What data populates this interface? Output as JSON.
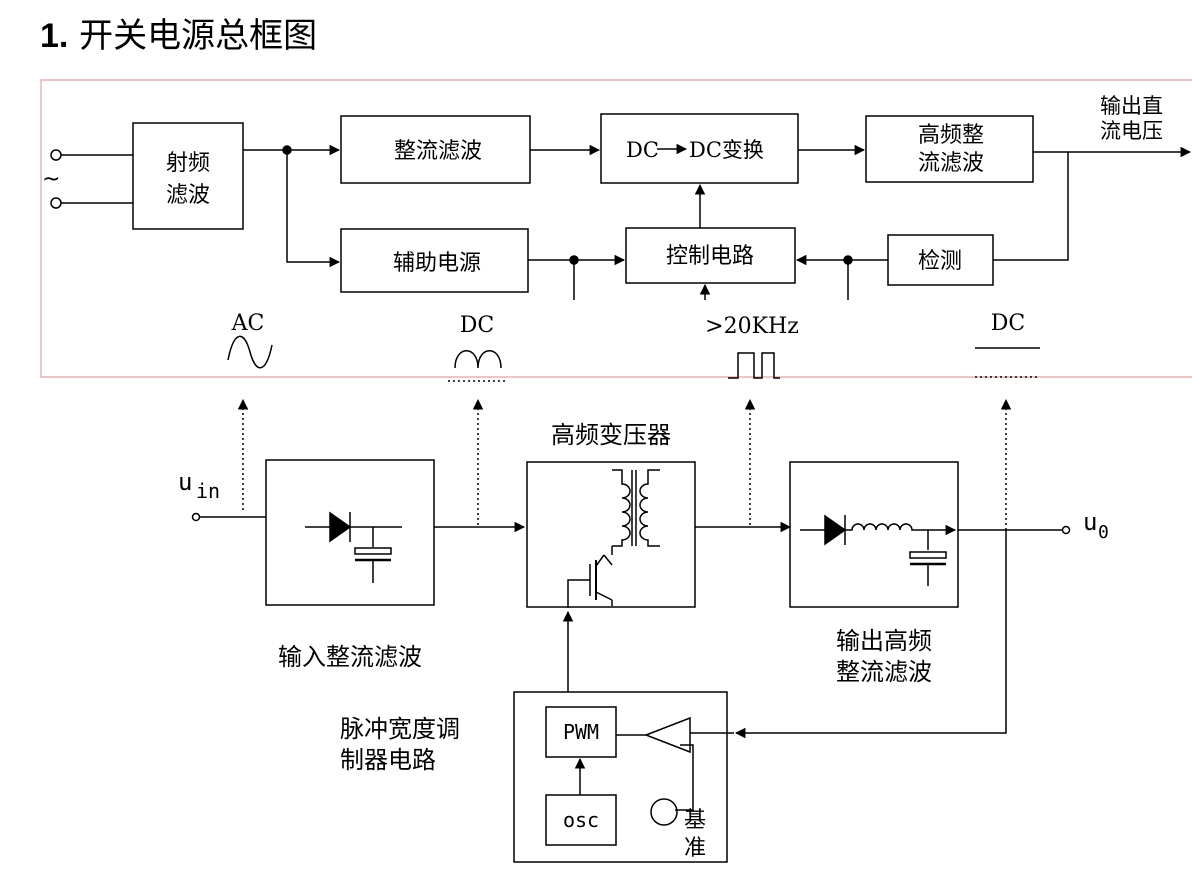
{
  "title": {
    "number": "1.",
    "text": "开关电源总框图"
  },
  "top_diagram": {
    "blocks": {
      "rf_filter": [
        "射频",
        "滤波"
      ],
      "rectifier_filter": "整流滤波",
      "dcdc_left": "DC",
      "dcdc_right": "DC变换",
      "hf_rectifier_filter": [
        "高频整",
        "流滤波"
      ],
      "aux_power": "辅助电源",
      "control_circuit": "控制电路",
      "detection": "检测"
    },
    "input_symbol": "~",
    "output_label": [
      "输出直",
      "流电压"
    ],
    "waveform_labels": {
      "ac": "AC",
      "dc1": "DC",
      "freq": ">20KHz",
      "dc2": "DC"
    }
  },
  "bottom_diagram": {
    "input_label_main": "u",
    "input_label_sub": "in",
    "output_label_main": "u",
    "output_label_sub": "0",
    "transformer_label": "高频变压器",
    "input_rect_label": "输入整流滤波",
    "output_rect_label": [
      "输出高频",
      "整流滤波"
    ],
    "pwm_circuit_label": [
      "脉冲宽度调",
      "制器电路"
    ],
    "pwm": "PWM",
    "osc": "osc",
    "reference": [
      "基",
      "准"
    ]
  }
}
